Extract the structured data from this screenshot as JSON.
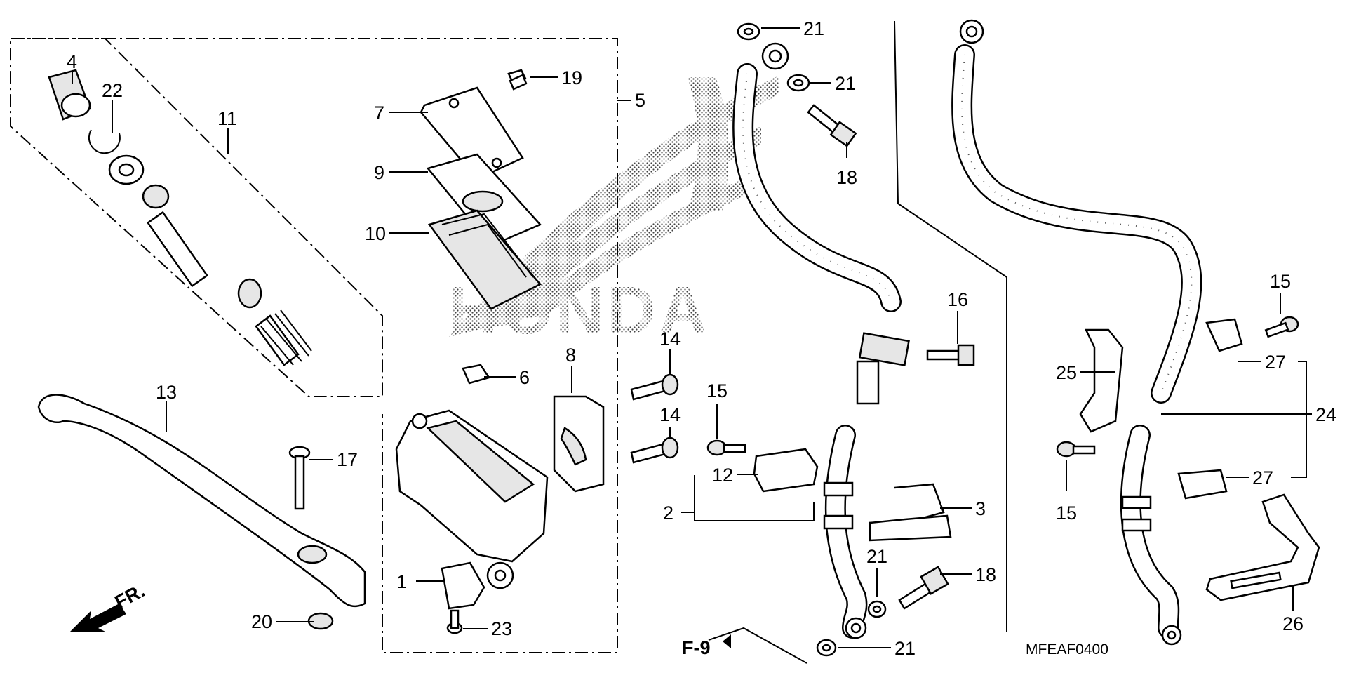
{
  "brand_watermark": "HONDA",
  "drawing_code": "MFEAF0400",
  "page_ref": "F-9",
  "direction_label": "FR.",
  "callouts": [
    {
      "id": "p4",
      "text": "4"
    },
    {
      "id": "p22",
      "text": "22"
    },
    {
      "id": "p11",
      "text": "11"
    },
    {
      "id": "p13",
      "text": "13"
    },
    {
      "id": "p17",
      "text": "17"
    },
    {
      "id": "p20",
      "text": "20"
    },
    {
      "id": "p19",
      "text": "19"
    },
    {
      "id": "p5",
      "text": "5"
    },
    {
      "id": "p7",
      "text": "7"
    },
    {
      "id": "p9",
      "text": "9"
    },
    {
      "id": "p10",
      "text": "10"
    },
    {
      "id": "p6",
      "text": "6"
    },
    {
      "id": "p8",
      "text": "8"
    },
    {
      "id": "p14a",
      "text": "14"
    },
    {
      "id": "p14b",
      "text": "14"
    },
    {
      "id": "p1",
      "text": "1"
    },
    {
      "id": "p23",
      "text": "23"
    },
    {
      "id": "p21a",
      "text": "21"
    },
    {
      "id": "p21b",
      "text": "21"
    },
    {
      "id": "p18a",
      "text": "18"
    },
    {
      "id": "p16",
      "text": "16"
    },
    {
      "id": "p15a",
      "text": "15"
    },
    {
      "id": "p12",
      "text": "12"
    },
    {
      "id": "p2",
      "text": "2"
    },
    {
      "id": "p3",
      "text": "3"
    },
    {
      "id": "p21c",
      "text": "21"
    },
    {
      "id": "p18b",
      "text": "18"
    },
    {
      "id": "p21d",
      "text": "21"
    },
    {
      "id": "p15b",
      "text": "15"
    },
    {
      "id": "p27a",
      "text": "27"
    },
    {
      "id": "p25",
      "text": "25"
    },
    {
      "id": "p24",
      "text": "24"
    },
    {
      "id": "p15c",
      "text": "15"
    },
    {
      "id": "p27b",
      "text": "27"
    },
    {
      "id": "p26",
      "text": "26"
    }
  ]
}
